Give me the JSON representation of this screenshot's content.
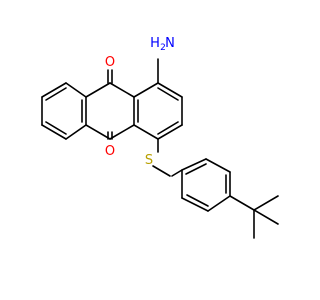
{
  "molecule": {
    "atom_labels": {
      "oxygen_top": "O",
      "oxygen_bottom": "O",
      "amine_n": "N",
      "amine_h": "H",
      "amine_h_count": "2",
      "sulfur": "S"
    },
    "colors": {
      "bond": "#000000",
      "oxygen": "#ff0000",
      "nitrogen": "#0000ff",
      "sulfur": "#b8a000"
    }
  }
}
